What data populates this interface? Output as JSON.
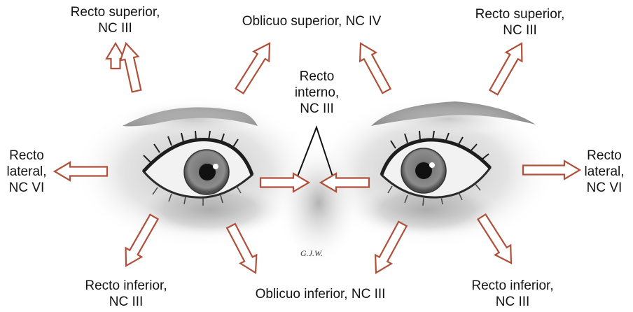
{
  "labels": {
    "top_left": {
      "line1": "Recto superior,",
      "line2": "NC III"
    },
    "top_center": {
      "line1": "Oblicuo superior, NC IV"
    },
    "top_right": {
      "line1": "Recto superior,",
      "line2": "NC III"
    },
    "medial": {
      "line1": "Recto",
      "line2": "interno,",
      "line3": "NC III"
    },
    "left_lateral": {
      "line1": "Recto",
      "line2": "lateral,",
      "line3": "NC VI"
    },
    "right_lateral": {
      "line1": "Recto",
      "line2": "lateral,",
      "line3": "NC VI"
    },
    "bottom_left": {
      "line1": "Recto inferior,",
      "line2": "NC III"
    },
    "bottom_center": {
      "line1": "Oblicuo inferior, NC III"
    },
    "bottom_right": {
      "line1": "Recto inferior,",
      "line2": "NC III"
    }
  },
  "signature": "G.J.W.",
  "colors": {
    "arrow_outline": "#b0503a",
    "arrow_fill": "#ffffff",
    "iris": "#6f6f6f",
    "shadow": "#8a8a8a",
    "text": "#141414"
  }
}
